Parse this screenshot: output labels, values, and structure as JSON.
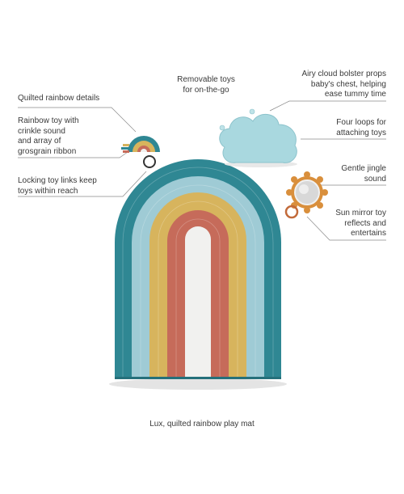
{
  "callouts": {
    "quilted_rainbow": "Quilted rainbow details",
    "rainbow_toy": "Rainbow toy with\ncrinkle sound\nand array of\ngrosgrain ribbon",
    "locking_links": "Locking toy links keep\ntoys within reach",
    "removable_toys": "Removable toys\nfor on-the-go",
    "cloud_bolster": "Airy cloud bolster props\nbaby's chest, helping\nease tummy time",
    "four_loops": "Four loops for\nattaching toys",
    "jingle": "Gentle jingle\nsound",
    "sun_mirror": "Sun mirror toy\nreflects and\nentertains"
  },
  "caption": "Lux, quilted rainbow play mat",
  "colors": {
    "teal": "#2f8793",
    "light_blue": "#9fcbd5",
    "mustard": "#d7b45d",
    "terracotta": "#c66b5a",
    "center": "#f1f1ef",
    "cloud": "#a9d8df",
    "sun": "#d98f3c"
  }
}
